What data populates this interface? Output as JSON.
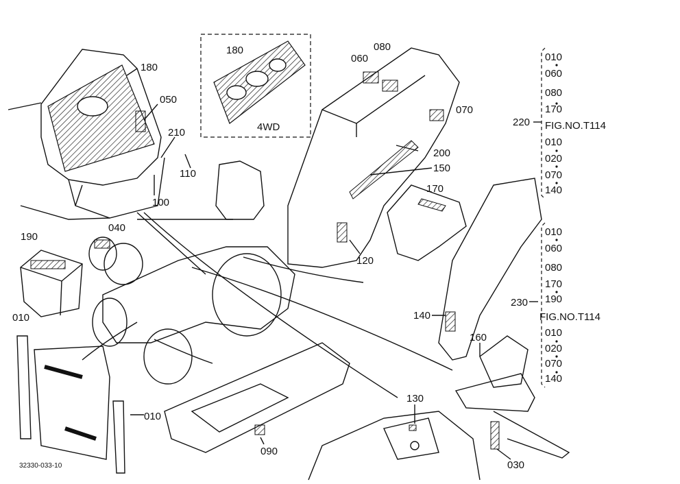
{
  "diagram": {
    "drawing_number": "32330-033-10",
    "inset_label": "4WD",
    "callouts": {
      "c180_main": "180",
      "c050": "050",
      "c210": "210",
      "c110": "110",
      "c100": "100",
      "c180_inset": "180",
      "c060_top": "060",
      "c080_top": "080",
      "c070_top": "070",
      "c200": "200",
      "c150": "150",
      "c170": "170",
      "c120": "120",
      "c040": "040",
      "c190": "190",
      "c010_left": "010",
      "c010_right": "010",
      "c090": "090",
      "c130": "130",
      "c140": "140",
      "c160": "160",
      "c030": "030"
    },
    "ref_220": {
      "number": "220",
      "fig": "FIG.NO.T114",
      "upper_codes": [
        "010",
        "060",
        "080",
        "170"
      ],
      "lower_codes": [
        "010",
        "020",
        "070",
        "140"
      ]
    },
    "ref_230": {
      "number": "230",
      "fig": "FIG.NO.T114",
      "upper_codes": [
        "010",
        "060",
        "080",
        "170",
        "190"
      ],
      "lower_codes": [
        "010",
        "020",
        "070",
        "140"
      ]
    }
  }
}
